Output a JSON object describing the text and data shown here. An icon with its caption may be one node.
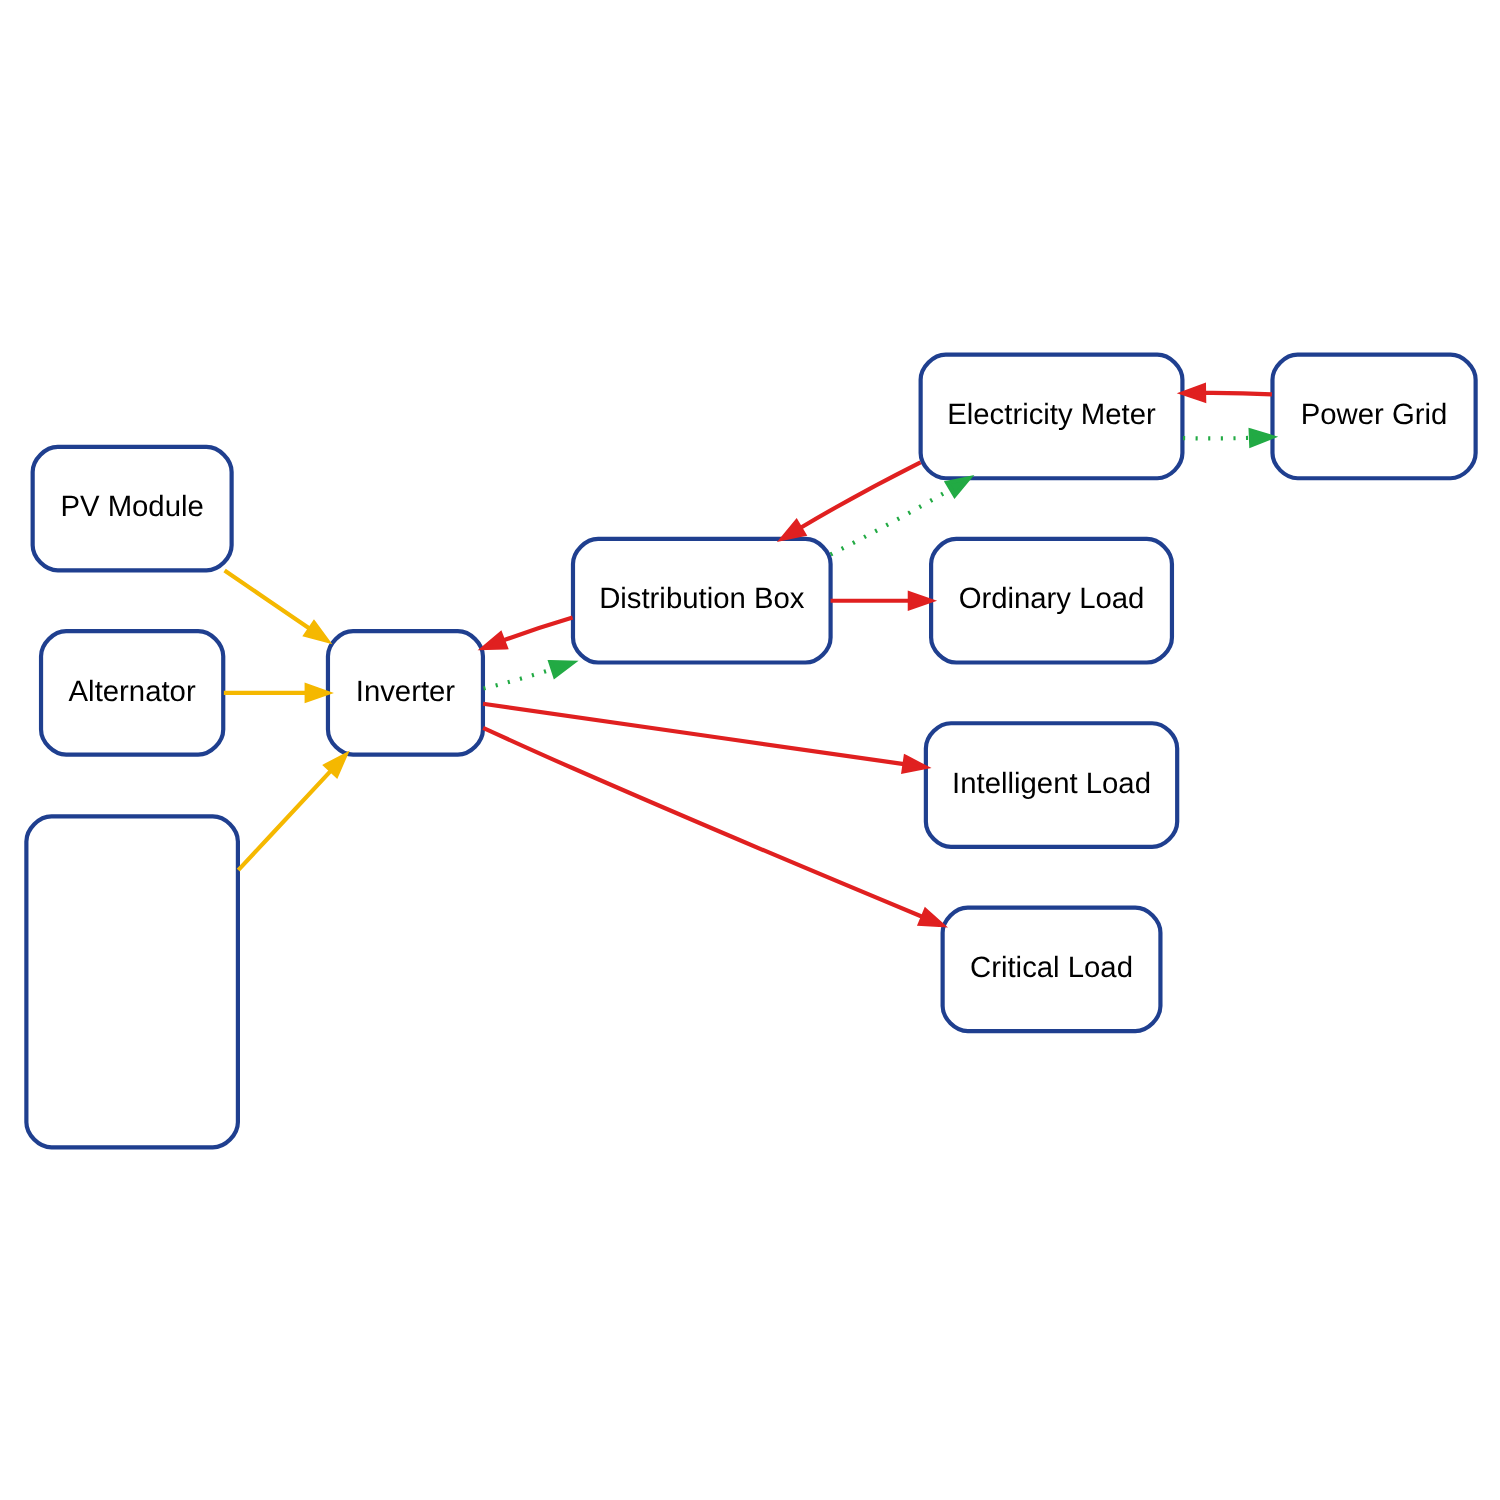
{
  "diagram": {
    "nodes": [
      {
        "text": [
          "PV Module"
        ]
      },
      {
        "text": [
          "Alternator"
        ]
      },
      {
        "text": [
          "Inverter"
        ]
      },
      {
        "text": [
          "Distribution Box"
        ]
      },
      {
        "text": [
          "Electricity Meter"
        ]
      },
      {
        "text": [
          "Power Grid"
        ]
      },
      {
        "text": [
          "Intelligent Load"
        ]
      },
      {
        "text": [
          "Critical Load"
        ]
      },
      {
        "text": [
          "Ordinary Load"
        ]
      },
      {
        "text": [],
        "shape": "box"
      }
    ],
    "edges": [
      {
        "from": 0,
        "to": 2,
        "arrow": "to",
        "color": "#f5b800"
      },
      {
        "from": 1,
        "to": 2,
        "arrow": "to",
        "color": "#f5b800"
      },
      {
        "from": 9,
        "to": 2,
        "arrow": "to",
        "color": "#f5b800"
      },
      {
        "from": 3,
        "to": 2,
        "arrow": "to"
      },
      {
        "from": 2,
        "to": 3,
        "arrow": "to",
        "style": "dashed",
        "color": "#22aa44"
      },
      {
        "from": 4,
        "to": 3,
        "arrow": "to"
      },
      {
        "from": 3,
        "to": 4,
        "arrow": "to",
        "style": "dashed",
        "color": "#22aa44"
      },
      {
        "from": 5,
        "to": 4,
        "arrow": "to"
      },
      {
        "from": 4,
        "to": 5,
        "arrow": "to",
        "style": "dashed",
        "color": "#22aa44"
      },
      {
        "from": 2,
        "to": 6,
        "arrow": "to"
      },
      {
        "from": 2,
        "to": 7,
        "arrow": "to"
      },
      {
        "from": 3,
        "to": 8,
        "arrow": "to"
      }
    ]
  }
}
